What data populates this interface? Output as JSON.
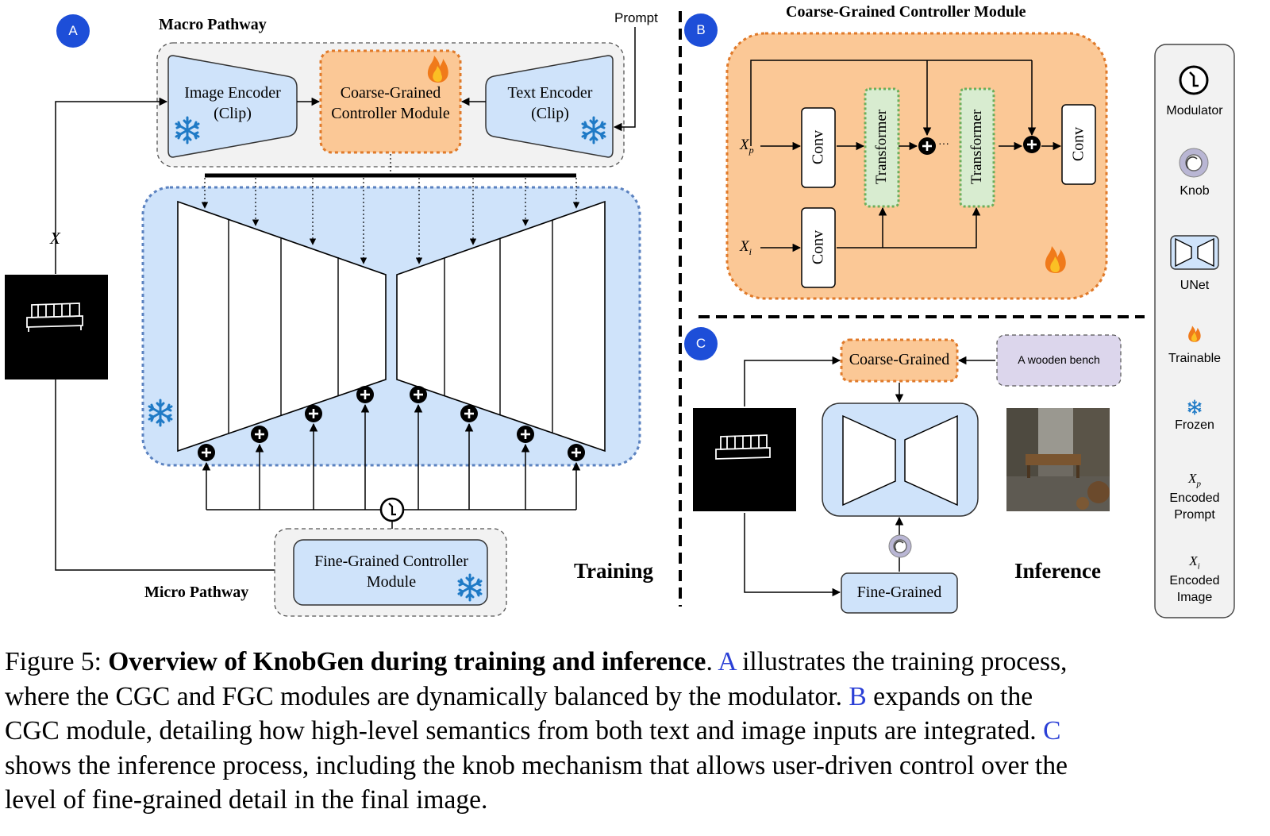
{
  "panels": {
    "a": "A",
    "b": "B",
    "c": "C"
  },
  "panel_a": {
    "macro_title": "Macro Pathway",
    "micro_title": "Micro Pathway",
    "prompt": "Prompt",
    "x_label": "X",
    "image_encoder": [
      "Image Encoder",
      "(Clip)"
    ],
    "text_encoder": [
      "Text Encoder",
      "(Clip)"
    ],
    "cgc": [
      "Coarse-Grained",
      "Controller Module"
    ],
    "fgc": [
      "Fine-Grained Controller",
      "Module"
    ],
    "training": "Training"
  },
  "panel_b": {
    "title": "Coarse-Grained Controller Module",
    "xp": "X",
    "xp_sub": "p",
    "xi": "X",
    "xi_sub": "i",
    "conv": "Conv",
    "transformer": "Transformer",
    "ellipsis": "···"
  },
  "panel_c": {
    "coarse": "Coarse-Grained",
    "fine": "Fine-Grained",
    "prompt_box": "A wooden bench",
    "inference": "Inference"
  },
  "legend": {
    "modulator": "Modulator",
    "knob": "Knob",
    "unet": "UNet",
    "trainable": "Trainable",
    "frozen": "Frozen",
    "xp_symbol": "X",
    "xp_sub": "p",
    "xp_lines": [
      "Encoded",
      "Prompt"
    ],
    "xi_symbol": "X",
    "xi_sub": "i",
    "xi_lines": [
      "Encoded",
      "Image"
    ]
  },
  "colors": {
    "orange_fill": "#fbc896",
    "orange_border": "#e07a2a",
    "blue_fill": "#cfe3fa",
    "blue_border": "#5b82c0",
    "frozen_icon": "#1f7ac6",
    "badge": "#1d4ed8",
    "green_fill": "#d8ecd0",
    "green_border": "#6cae5a",
    "gray_fill": "#f2f2f2",
    "lavender_fill": "#dcd6ec",
    "caption_ref": "#2a3fd6"
  },
  "caption": {
    "prefix": "Figure 5: ",
    "bold": "Overview of KnobGen during training and inference",
    "l1_rest": ". ",
    "ref_a": "A",
    "l1_tail": " illustrates the training process,",
    "l2": "where the CGC and FGC modules are dynamically balanced by the modulator. ",
    "ref_b": "B",
    "l2_tail": " expands on the",
    "l3": "CGC module, detailing how high-level semantics from both text and image inputs are integrated. ",
    "ref_c": "C",
    "l4": "shows the inference process, including the knob mechanism that allows user-driven control over the",
    "l5": "level of fine-grained detail in the final image."
  }
}
